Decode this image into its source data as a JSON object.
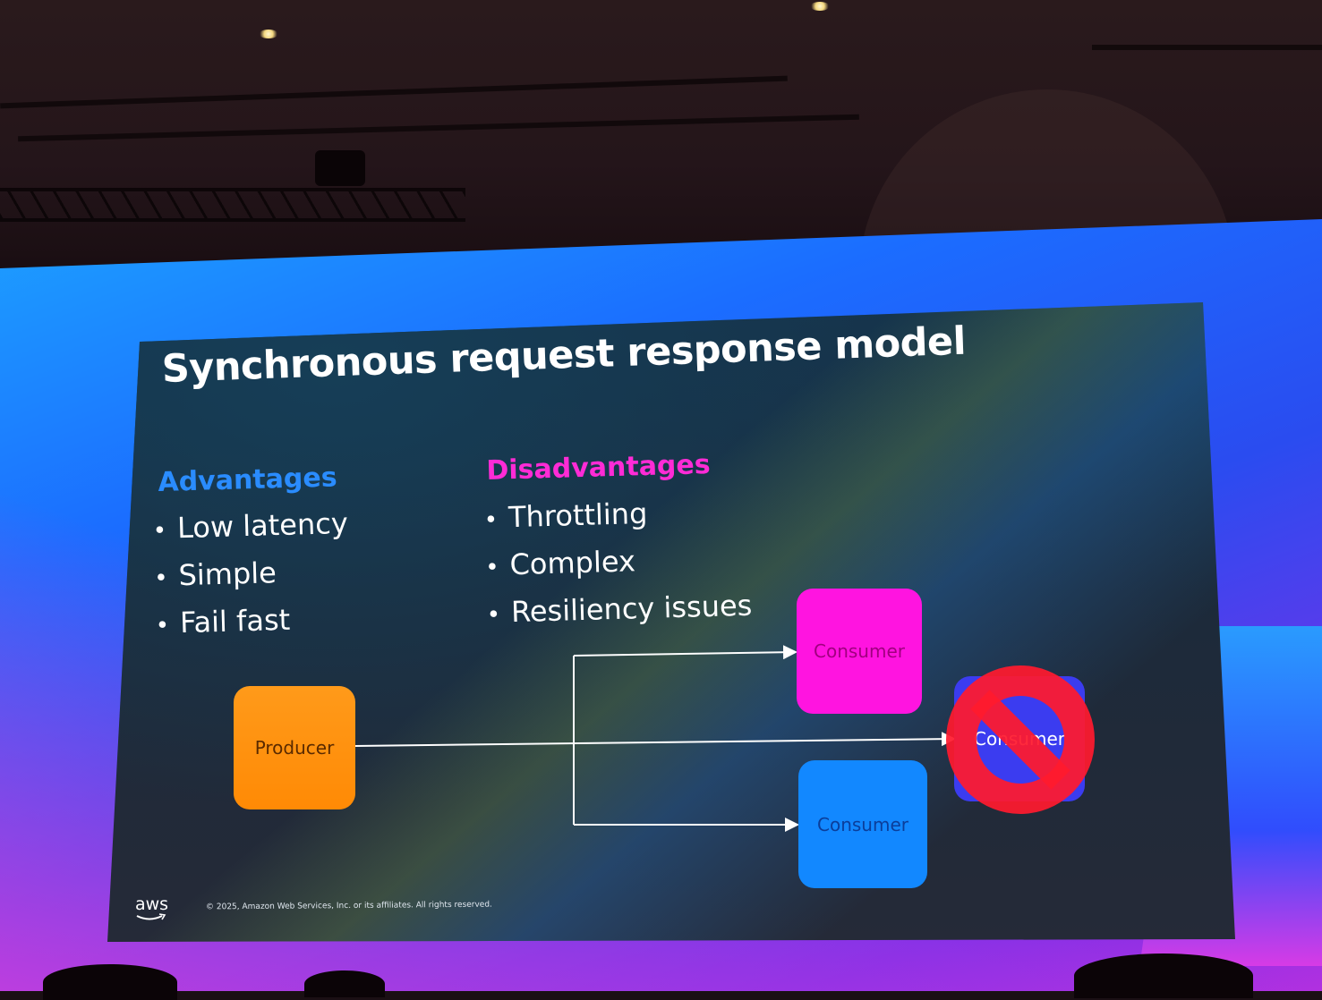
{
  "slide": {
    "title": "Synchronous request response model",
    "advantages": {
      "heading": "Advantages",
      "items": [
        "Low latency",
        "Simple",
        "Fail fast"
      ]
    },
    "disadvantages": {
      "heading": "Disadvantages",
      "items": [
        "Throttling",
        "Complex",
        "Resiliency issues"
      ]
    },
    "diagram": {
      "producer_label": "Producer",
      "consumer_top_label": "Consumer",
      "consumer_bottom_label": "Consumer",
      "consumer_blocked_label": "Consumer"
    },
    "footer": {
      "logo_text": "aws",
      "copyright": "© 2025, Amazon Web Services, Inc. or its affiliates. All rights reserved."
    }
  },
  "colors": {
    "advantages_heading": "#2a8cff",
    "disadvantages_heading": "#ff2bd6",
    "producer": "#ff8a05",
    "consumer_top": "#ff14e0",
    "consumer_bottom": "#1288ff",
    "blocked_sign": "#ff1a2e"
  },
  "icons": {
    "blocked": "prohibited-icon",
    "logo": "aws-smile-icon"
  }
}
